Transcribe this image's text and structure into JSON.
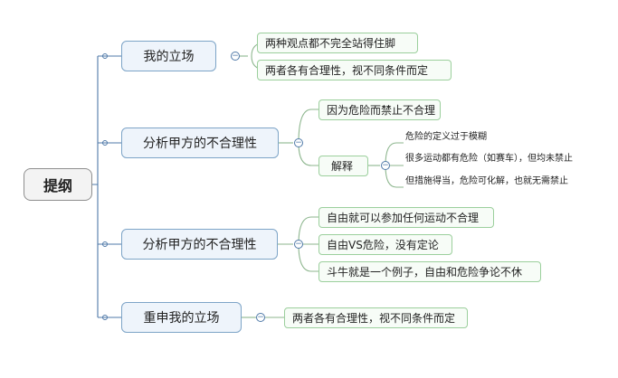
{
  "mindmap": {
    "root": "提纲",
    "branches": [
      {
        "label": "我的立场",
        "children": [
          "两种观点都不完全站得住脚",
          "两者各有合理性，视不同条件而定"
        ]
      },
      {
        "label": "分析甲方的不合理性",
        "children": [
          "因为危险而禁止不合理",
          "解释"
        ],
        "explanations": [
          "危险的定义过于模糊",
          "很多运动都有危险（如赛车），但均未禁止",
          "但措施得当，危险可化解，也就无需禁止"
        ]
      },
      {
        "label": "分析甲方的不合理性",
        "children": [
          "自由就可以参加任何运动不合理",
          "自由VS危险，没有定论",
          "斗牛就是一个例子，自由和危险争论不休"
        ]
      },
      {
        "label": "重申我的立场",
        "children": [
          "两者各有合理性，视不同条件而定"
        ]
      }
    ],
    "toggle_symbol": "−"
  }
}
